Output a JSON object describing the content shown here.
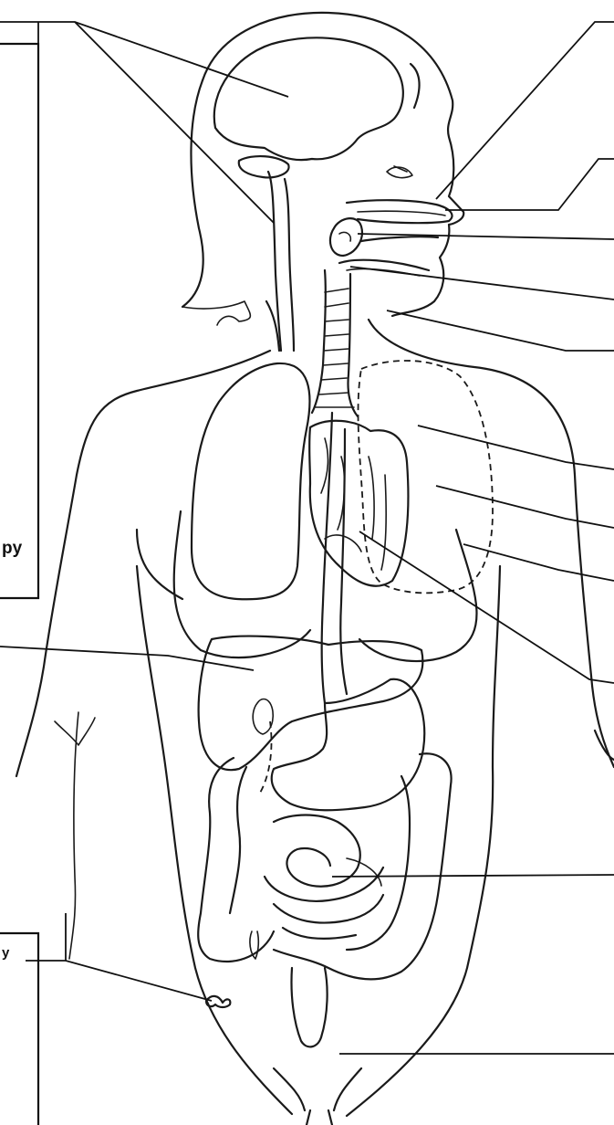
{
  "labels": {
    "left_box_text": "py",
    "bottom_left_box_text": "y"
  },
  "figure": {
    "subject": "human-body-organs-outline",
    "colors": {
      "line": "#1a1a1a",
      "background": "#ffffff"
    }
  }
}
